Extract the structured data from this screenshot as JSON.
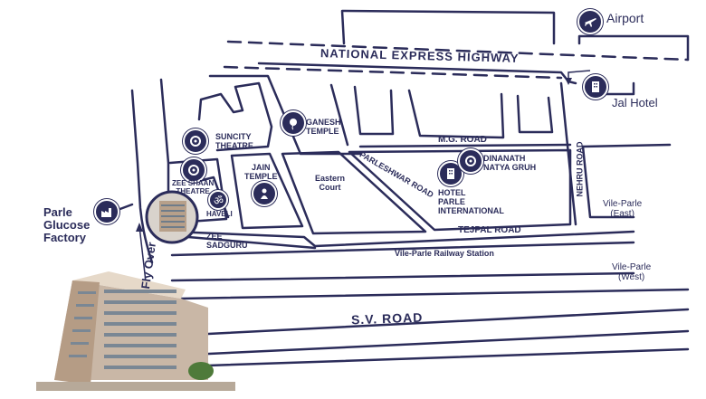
{
  "colors": {
    "road": "#2b2c5a",
    "background": "#ffffff",
    "icon_fill": "#2b2c5a"
  },
  "roads": {
    "national_express_highway": "NATIONAL EXPRESS HIGHWAY",
    "mg_road": "M.G. ROAD",
    "parleshwar_road": "PARLESHWAR ROAD",
    "nehru_road": "NEHRU ROAD",
    "tejpal_road": "TEJPAL ROAD",
    "sv_road": "S.V. ROAD",
    "fly_over": "Fly Over",
    "railway_station": "Vile-Parle Railway Station"
  },
  "places": {
    "airport": "Airport",
    "jal_hotel": "Jal Hotel",
    "parle_glucose_factory": [
      "Parle",
      "Glucose",
      "Factory"
    ],
    "suncity_theatre": [
      "SUNCITY",
      "THEATRE"
    ],
    "ganesh_temple": [
      "GANESH",
      "TEMPLE"
    ],
    "jain_temple": [
      "JAIN",
      "TEMPLE"
    ],
    "eastern_court": [
      "Eastern",
      "Court"
    ],
    "zee_shaan_theatre": [
      "ZEE SHAAN",
      "THEATRE"
    ],
    "haveli": "HAVELI",
    "zee_sadguru": [
      "ZEE",
      "SADGURU"
    ],
    "hotel_parle_international": [
      "HOTEL",
      "PARLE",
      "INTERNATIONAL"
    ],
    "dinanath_natya_gruh": [
      "DINANATH",
      "NATYA GRUH"
    ],
    "vile_parle_east": [
      "Vile-Parle",
      "(East)"
    ],
    "vile_parle_west": [
      "Vile-Parle",
      "(West)"
    ]
  },
  "icons": [
    "airplane-icon",
    "hotel-icon",
    "factory-icon",
    "theatre-icon",
    "temple-icon",
    "jain-temple-icon",
    "haveli-icon",
    "building-icon"
  ]
}
